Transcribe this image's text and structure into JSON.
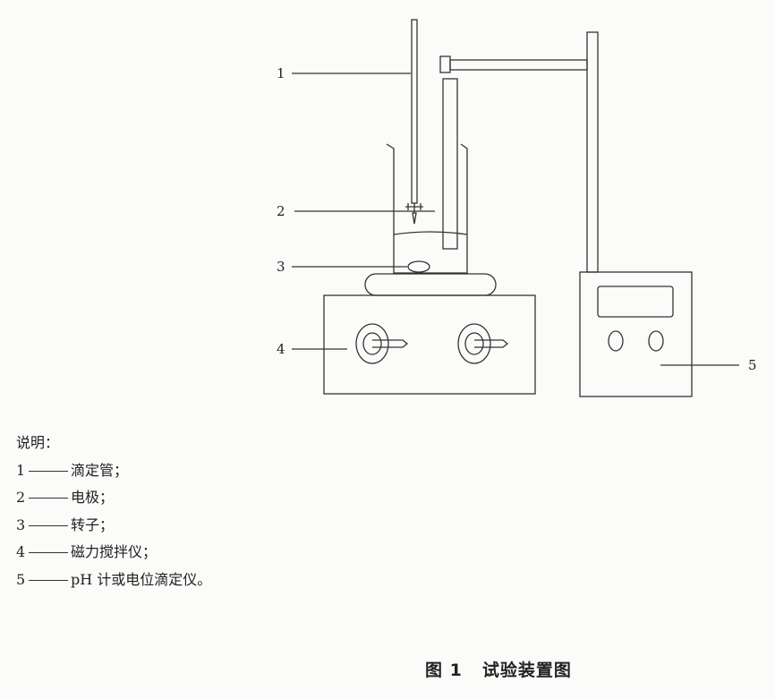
{
  "callouts": [
    "1",
    "2",
    "3",
    "4",
    "5"
  ],
  "legend": {
    "heading": "说明：",
    "items": [
      {
        "num": "1",
        "text": "滴定管；"
      },
      {
        "num": "2",
        "text": "电极；"
      },
      {
        "num": "3",
        "text": "转子；"
      },
      {
        "num": "4",
        "text": "磁力搅拌仪；"
      },
      {
        "num": "5",
        "text": "pH 计或电位滴定仪。"
      }
    ]
  },
  "caption": {
    "figure_label": "图 1",
    "title": "试验装置图"
  }
}
